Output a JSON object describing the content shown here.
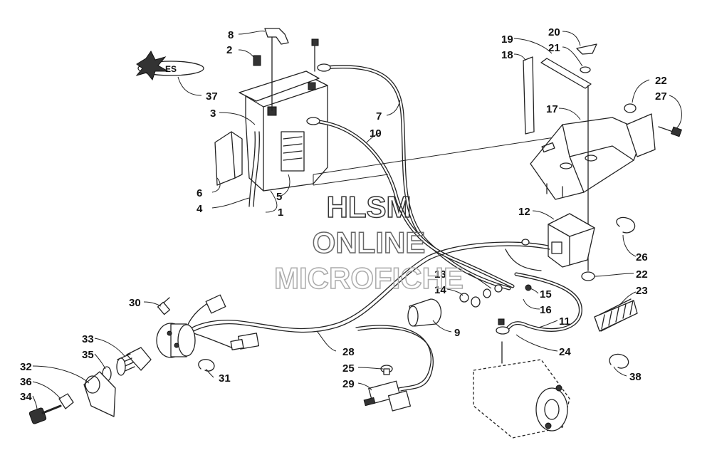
{
  "watermark": {
    "line1": "HLSM",
    "line2": "ONLINE",
    "line3": "MICROFICHE"
  },
  "logo": {
    "text": "ES"
  },
  "callouts": [
    "1",
    "2",
    "3",
    "4",
    "5",
    "6",
    "7",
    "8",
    "9",
    "10",
    "11",
    "12",
    "13",
    "14",
    "15",
    "16",
    "17",
    "18",
    "19",
    "20",
    "21",
    "22",
    "22",
    "23",
    "24",
    "25",
    "26",
    "27",
    "28",
    "29",
    "30",
    "31",
    "32",
    "33",
    "34",
    "35",
    "36",
    "37",
    "38"
  ]
}
